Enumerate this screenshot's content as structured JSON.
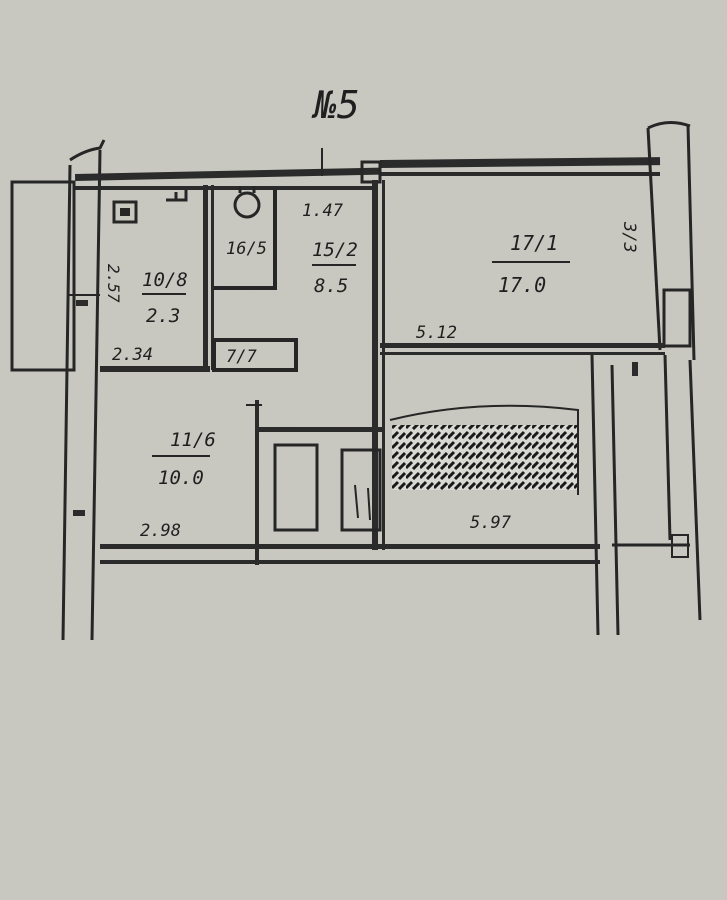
{
  "plan": {
    "apartment_number": "№5",
    "rooms": [
      {
        "id": "bathroom",
        "code": "10/8",
        "area": "2.3"
      },
      {
        "id": "wc",
        "code": "16/5",
        "area": ""
      },
      {
        "id": "kitchen",
        "code": "15/2",
        "area": "8.5"
      },
      {
        "id": "living-room",
        "code": "17/1",
        "area": "17.0"
      },
      {
        "id": "hall",
        "code": "11/6",
        "area": "10.0"
      }
    ],
    "small_labels": {
      "closet": "7/7",
      "right_wall_code": "3/3",
      "left_vertical": "2.57"
    },
    "dimensions": {
      "kitchen_top": "1.47",
      "bath_width": "2.34",
      "room_bottom": "5.12",
      "hall_left": "2.98",
      "loggia_length": "5.97"
    },
    "colors": {
      "paper": "#c9c9c2",
      "ink": "#262626"
    }
  }
}
